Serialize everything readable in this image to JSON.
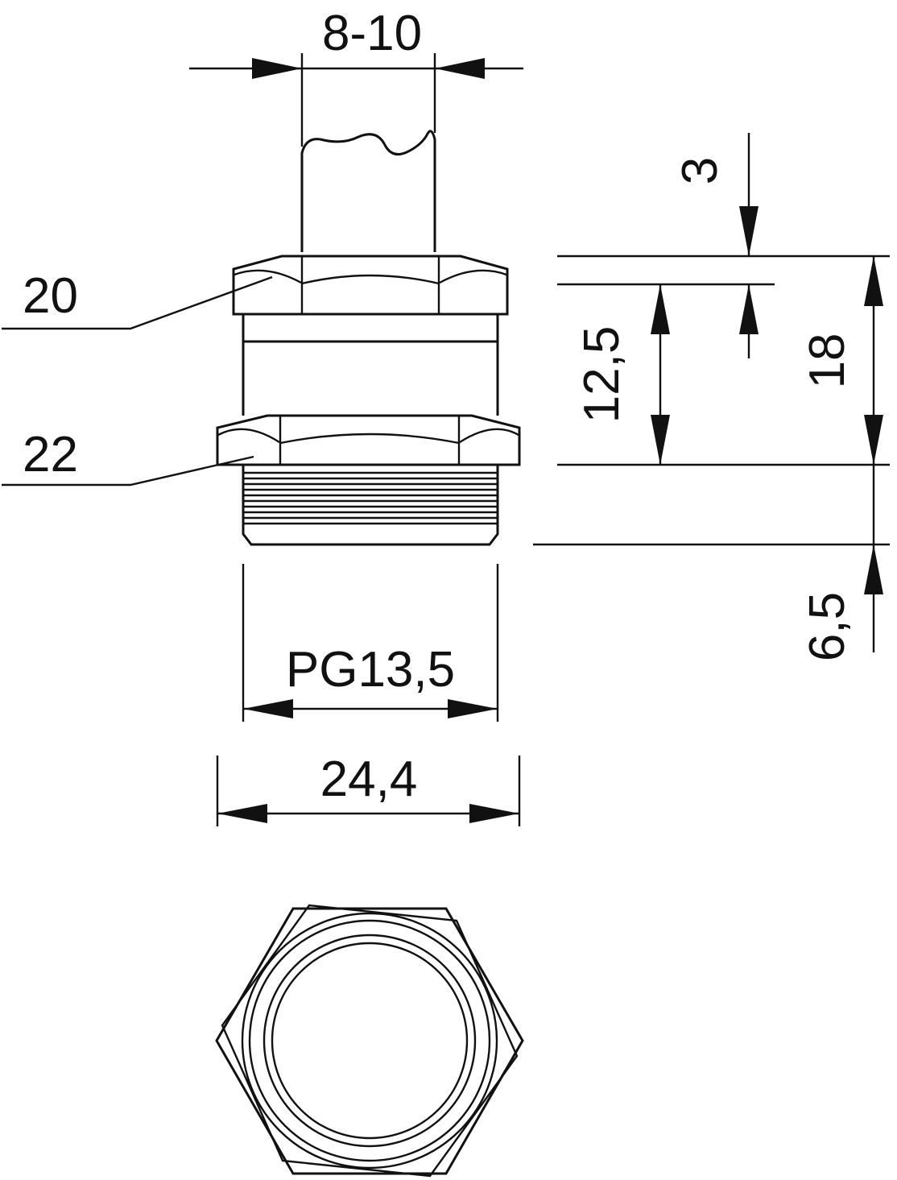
{
  "drawing": {
    "labels": {
      "cable_diameter_range": "8-10",
      "spanner_top": "20",
      "spanner_bottom": "22",
      "crown_height": "3",
      "body_height": "12,5",
      "height_without_thread": "18",
      "thread_length": "6,5",
      "thread_size": "PG13,5",
      "across_corners": "24,4"
    },
    "colors": {
      "ink": "#111111",
      "paper": "#ffffff"
    }
  }
}
